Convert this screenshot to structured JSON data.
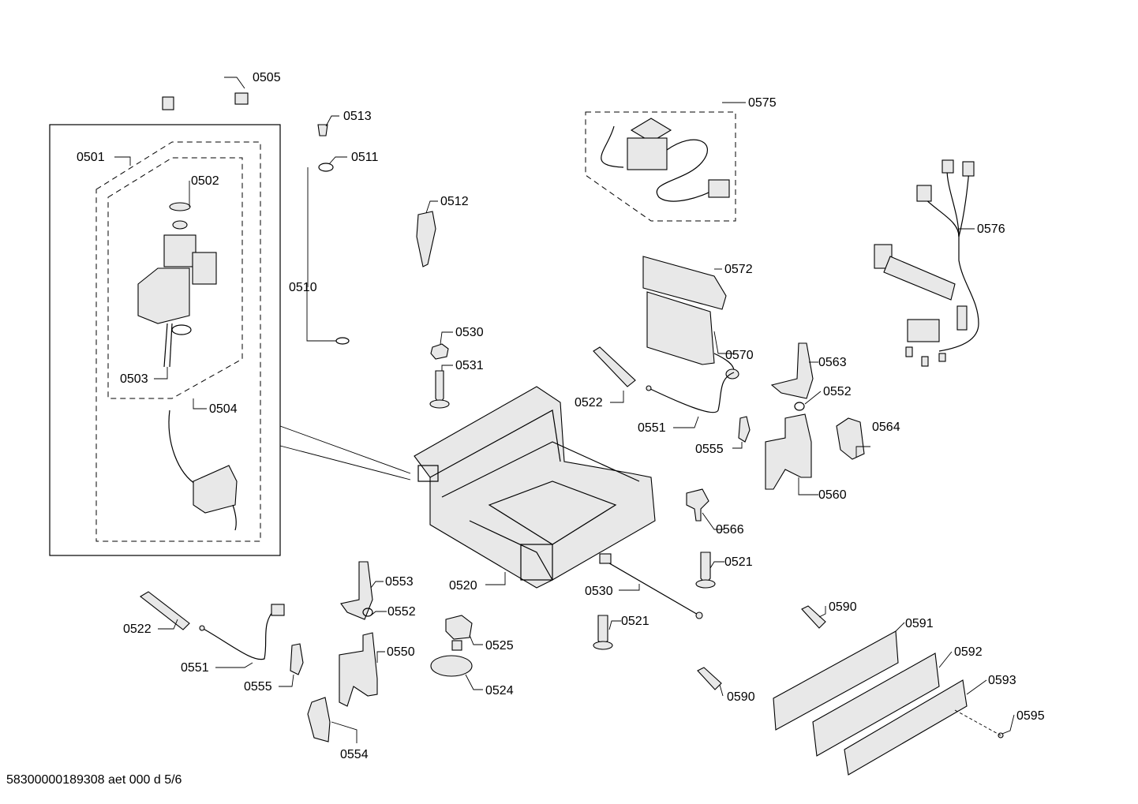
{
  "footer_text": "58300000189308 aet 000 d 5/6",
  "labels": {
    "p0505": "0505",
    "p0513": "0513",
    "p0511": "0511",
    "p0512": "0512",
    "p0575": "0575",
    "p0576": "0576",
    "p0501": "0501",
    "p0502": "0502",
    "p0503": "0503",
    "p0504": "0504",
    "p0510": "0510",
    "p0530a": "0530",
    "p0531": "0531",
    "p0572": "0572",
    "p0570": "0570",
    "p0522a": "0522",
    "p0551a": "0551",
    "p0563": "0563",
    "p0552a": "0552",
    "p0555a": "0555",
    "p0564": "0564",
    "p0560": "0560",
    "p0566": "0566",
    "p0521a": "0521",
    "p0520": "0520",
    "p0530b": "0530",
    "p0521b": "0521",
    "p0553": "0553",
    "p0552b": "0552",
    "p0550": "0550",
    "p0522b": "0522",
    "p0551b": "0551",
    "p0555b": "0555",
    "p0554": "0554",
    "p0525": "0525",
    "p0524": "0524",
    "p0590a": "0590",
    "p0590b": "0590",
    "p0591": "0591",
    "p0592": "0592",
    "p0593": "0593",
    "p0595": "0595"
  }
}
